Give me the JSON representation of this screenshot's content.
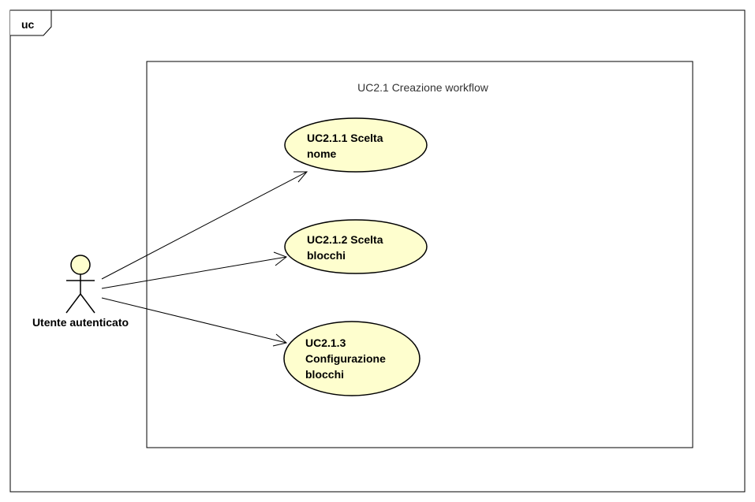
{
  "frame": {
    "label": "uc"
  },
  "system": {
    "title": "UC2.1 Creazione workflow"
  },
  "actor": {
    "name": "Utente autenticato"
  },
  "use_cases": [
    {
      "lines": [
        "UC2.1.1 Scelta",
        "nome"
      ]
    },
    {
      "lines": [
        "UC2.1.2 Scelta",
        "blocchi"
      ]
    },
    {
      "lines": [
        "UC2.1.3",
        "Configurazione",
        "blocchi"
      ]
    }
  ],
  "colors": {
    "usecase_fill": "#fefece",
    "actor_fill": "#fefece",
    "stroke": "#000000"
  }
}
